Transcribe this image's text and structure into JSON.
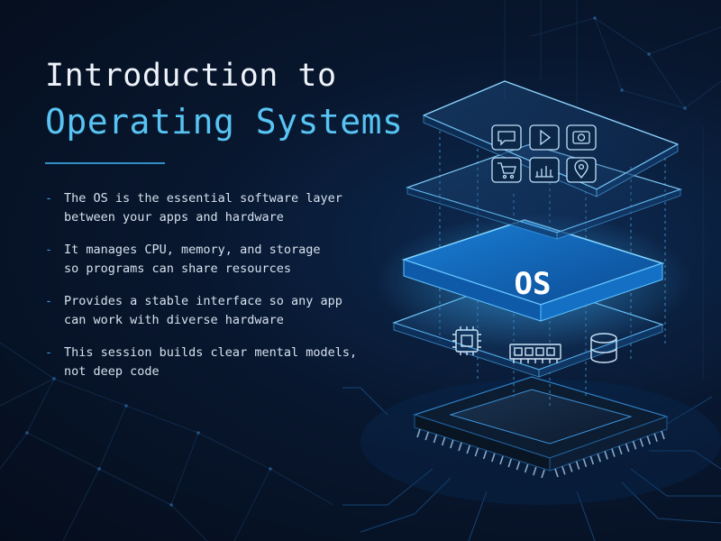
{
  "title": {
    "line1": "Introduction to",
    "line2": "Operating Systems"
  },
  "bullets": [
    {
      "line1": "The OS is the essential software layer",
      "line2": "between your apps and hardware"
    },
    {
      "line1": "It manages CPU, memory, and storage",
      "line2": "so programs can share resources"
    },
    {
      "line1": "Provides a stable interface so any app",
      "line2": "can work with diverse hardware"
    },
    {
      "line1": "This session builds clear mental models,",
      "line2": "not deep code"
    }
  ],
  "bullet_marker": "-",
  "illustration": {
    "os_label": "OS",
    "app_icons": [
      "chat-icon",
      "play-icon",
      "camera-icon",
      "cart-icon",
      "bar-chart-icon",
      "location-pin-icon"
    ],
    "hardware_icons": [
      "cpu-icon",
      "memory-icon",
      "database-icon"
    ]
  },
  "colors": {
    "background": "#081a33",
    "accent": "#58c4f3",
    "glow": "#3fb6ff",
    "text": "#d6e1ee"
  }
}
